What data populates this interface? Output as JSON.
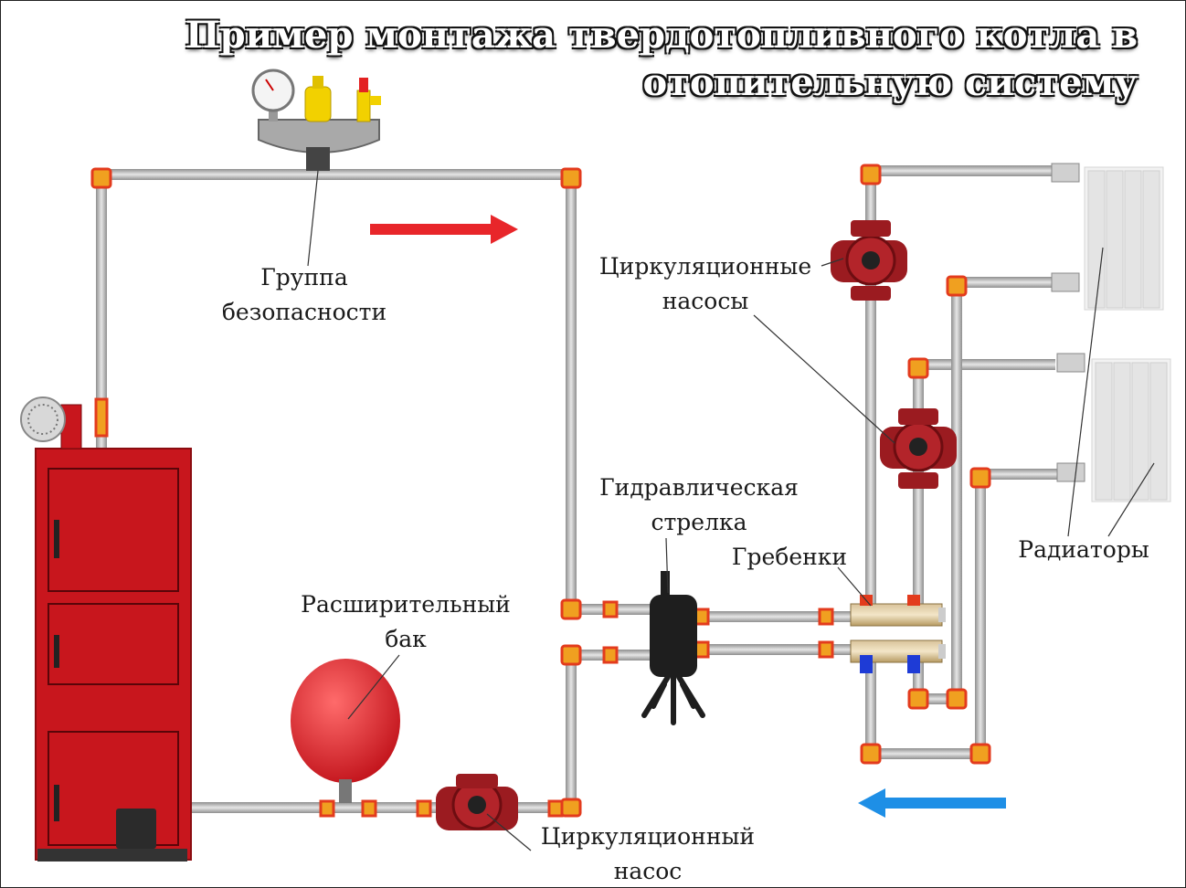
{
  "title": {
    "line1": "Пример монтажа твердотопливного котла в",
    "line2": "отопительную систему"
  },
  "labels": {
    "safety_group": [
      "Группа",
      "безопасности"
    ],
    "circ_pumps": [
      "Циркуляционные",
      "насосы"
    ],
    "hydro_arrow": [
      "Гидравлическая",
      "стрелка"
    ],
    "manifolds": "Гребенки",
    "radiators": "Радиаторы",
    "expansion_tank": [
      "Расширительный",
      "бак"
    ],
    "circ_pump": [
      "Циркуляционный",
      "насос"
    ]
  },
  "colors": {
    "boiler": "#c8161d",
    "pipe": "#b8b8b8",
    "fitting": "#f5a623",
    "flow_hot": "#e8262a",
    "flow_return": "#1e8fe6",
    "pump": "#9b1b20"
  }
}
